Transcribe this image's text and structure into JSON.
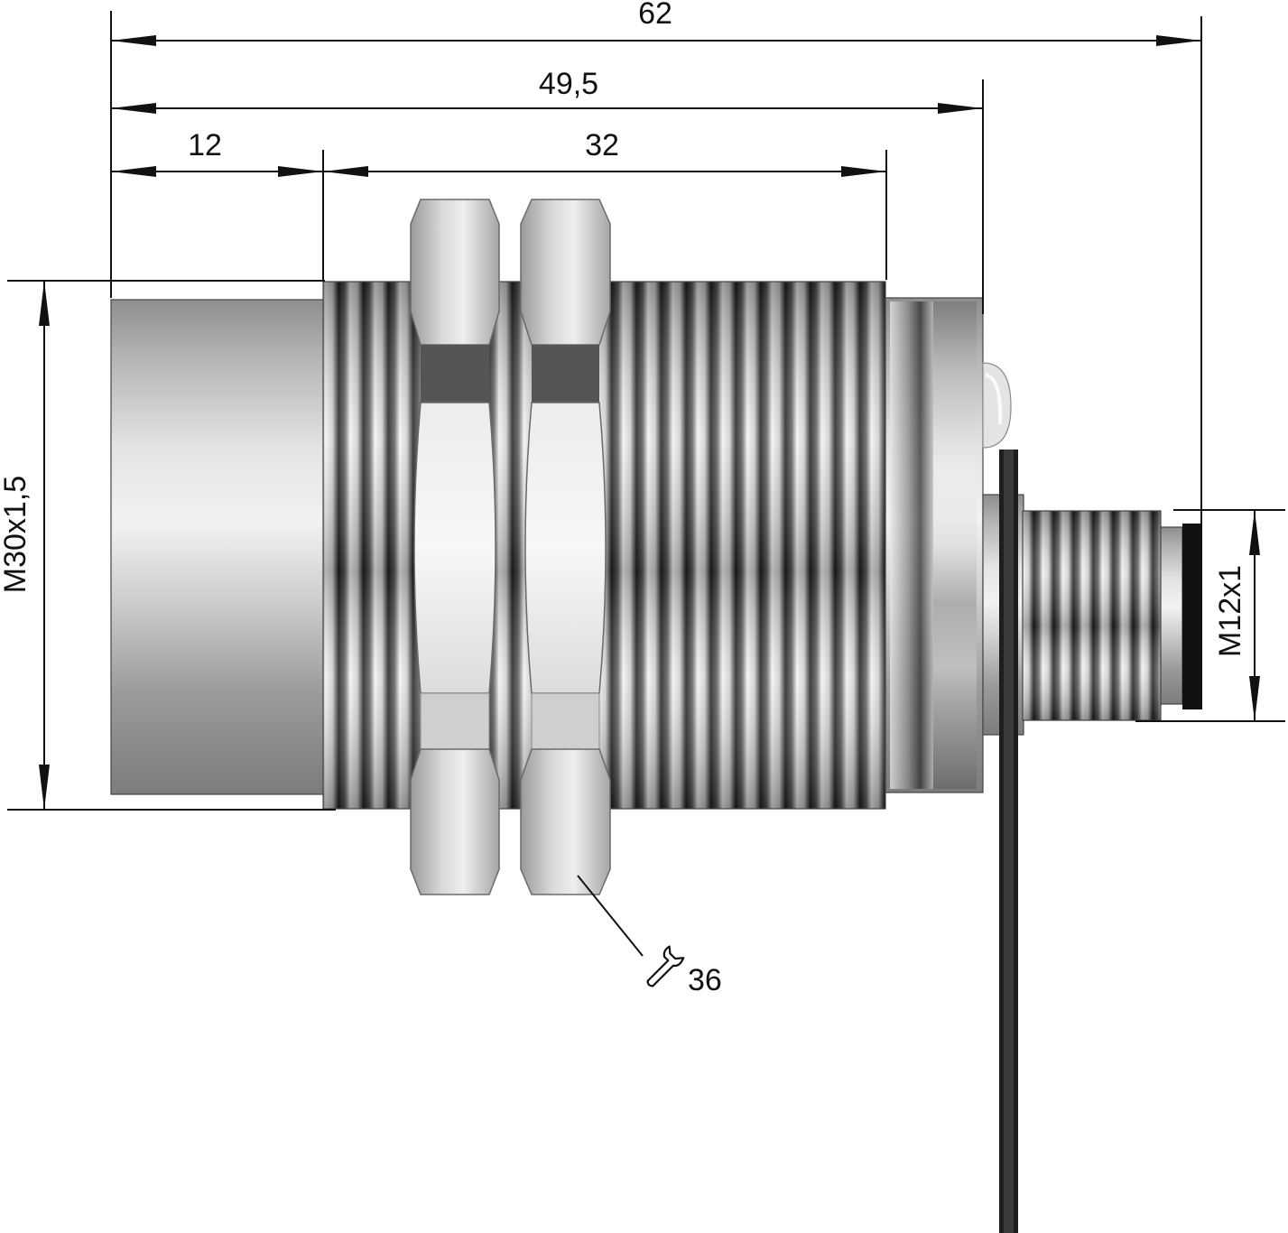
{
  "dimensions": {
    "overall_length": "62",
    "body_length": "49,5",
    "sensing_face_length": "12",
    "thread_length": "32",
    "body_thread": "M30x1,5",
    "connector_thread": "M12x1",
    "wrench_size": "36"
  },
  "icons": {
    "wrench": "wrench-icon"
  },
  "colors": {
    "line": "#111111",
    "metal_dark": "#2f2f2f",
    "metal_light": "#f2f2f2",
    "cap_mid": "#a8a8a8"
  }
}
